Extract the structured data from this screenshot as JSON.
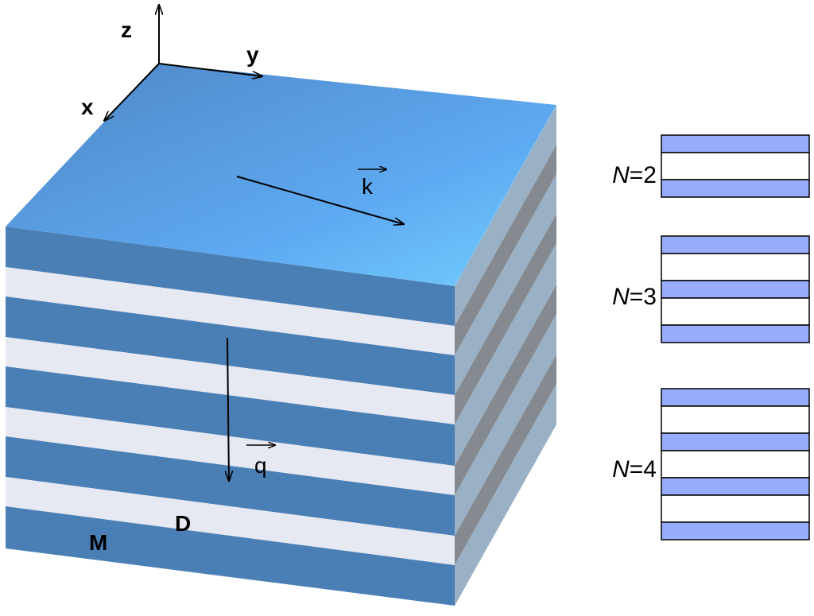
{
  "axes": {
    "z_label": "z",
    "y_label": "y",
    "x_label": "x"
  },
  "vectors": {
    "k_label": "k",
    "q_label": "q"
  },
  "materials": {
    "metal_label": "M",
    "dielectric_label": "D"
  },
  "colors": {
    "metal": "#4a7fb5",
    "dielectric": "#e6e8f2",
    "top_face_light": "#6ec8fb",
    "top_face_dark": "#5390cc",
    "side_metal": "#9ab0c4",
    "side_dielectric": "#858a90",
    "panel_fill": "#97acfa",
    "panel_stroke": "#000000"
  },
  "panels": [
    {
      "prefix": "N",
      "suffix": "=2",
      "pattern": [
        "M",
        "D",
        "M"
      ]
    },
    {
      "prefix": "N",
      "suffix": "=3",
      "pattern": [
        "M",
        "D",
        "M",
        "D",
        "M"
      ]
    },
    {
      "prefix": "N",
      "suffix": "=4",
      "pattern": [
        "M",
        "D",
        "M",
        "D",
        "M",
        "D",
        "M"
      ]
    }
  ]
}
